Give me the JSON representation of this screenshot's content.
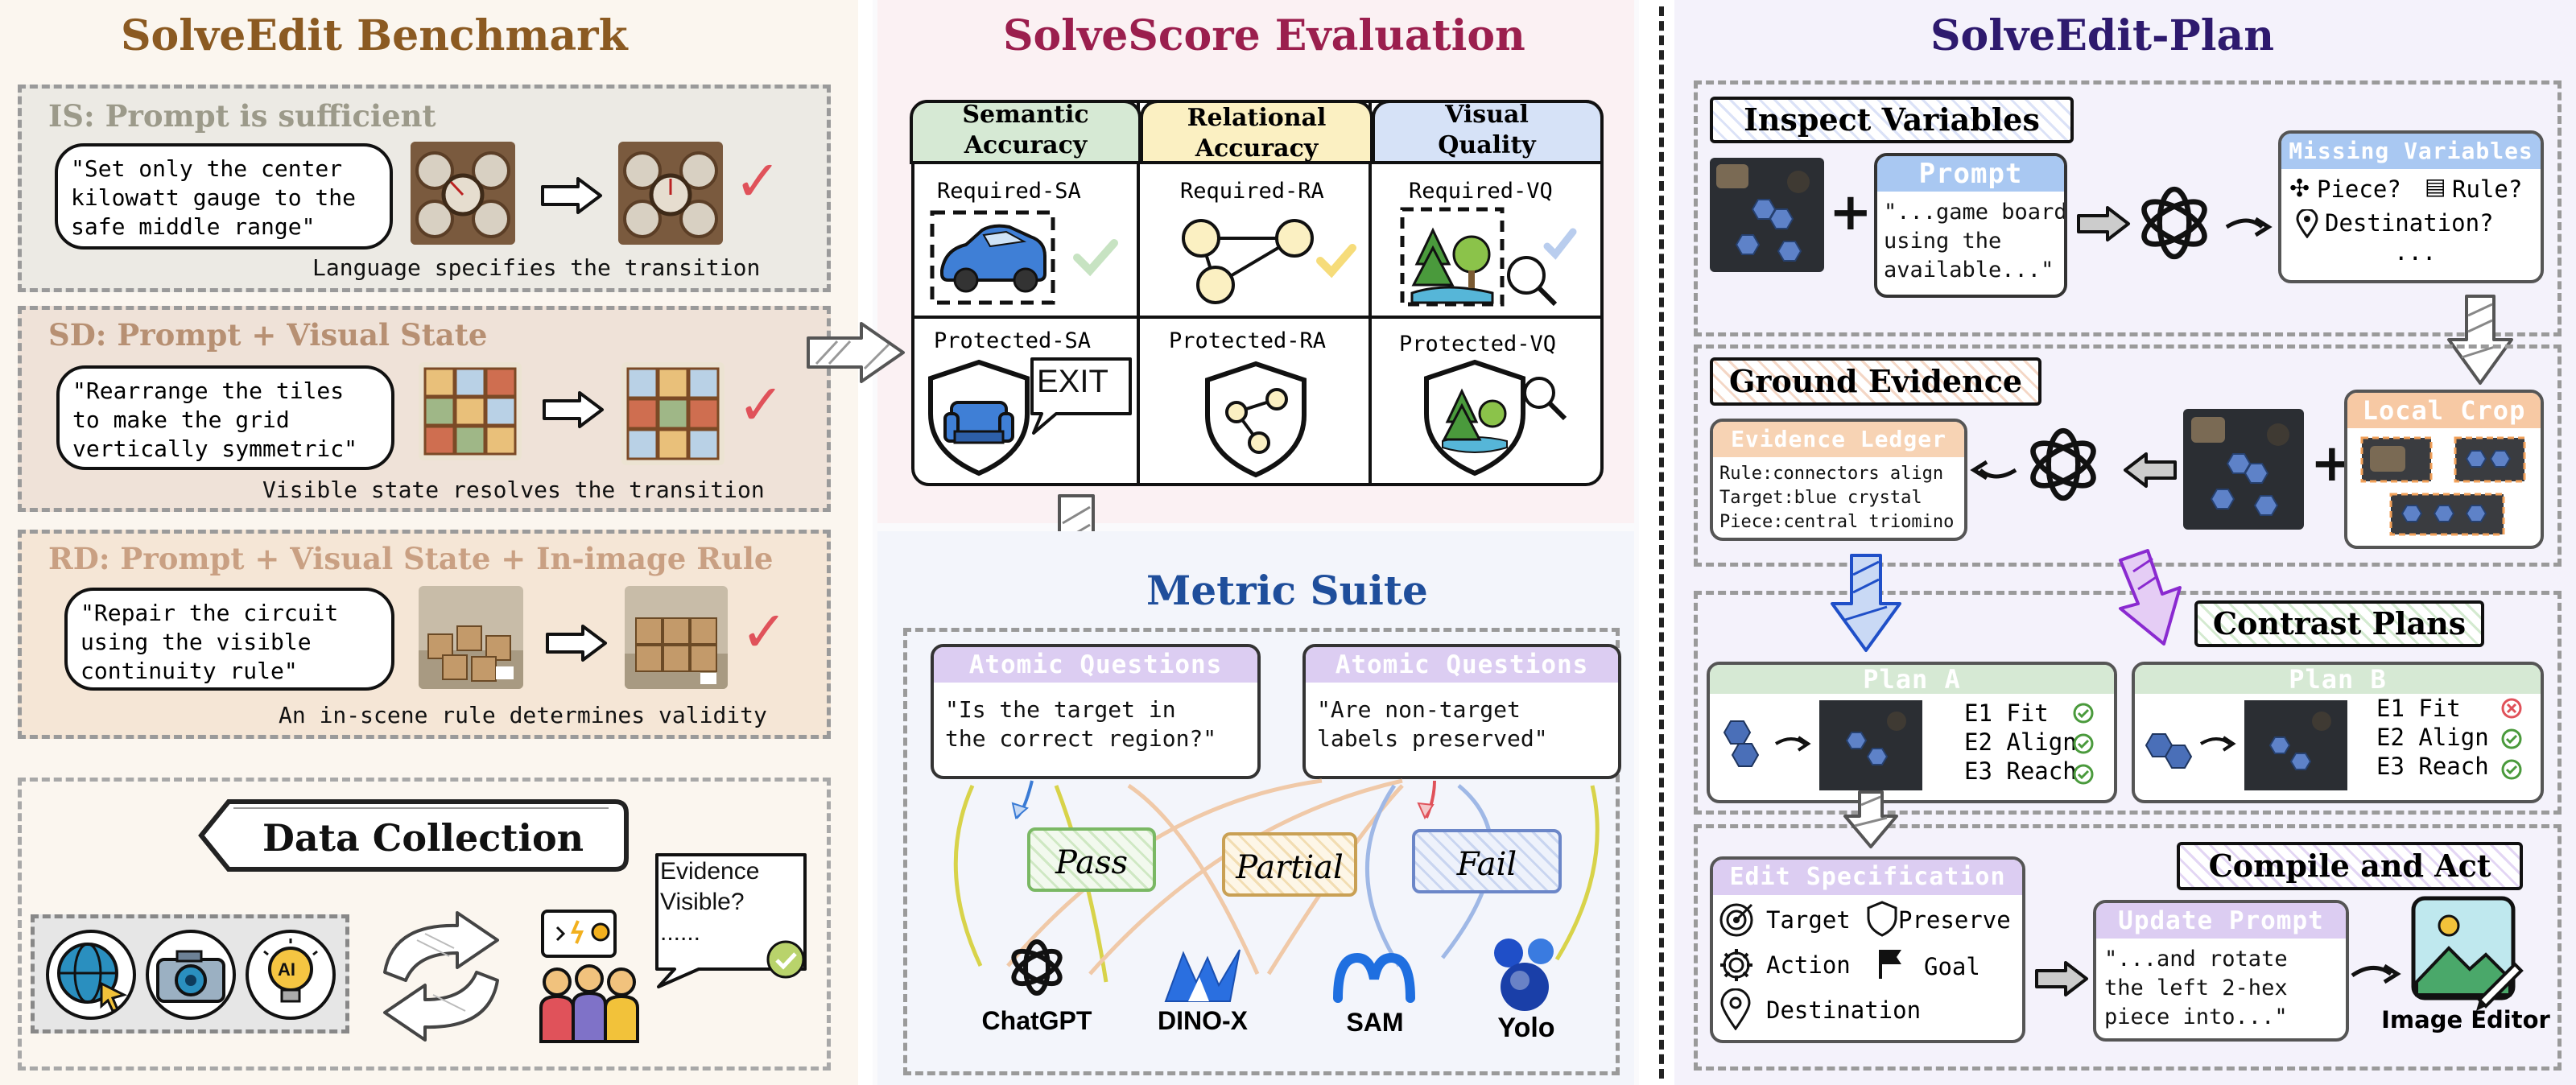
{
  "benchmark": {
    "title": "SolveEdit Benchmark",
    "levels": [
      {
        "id": "IS",
        "title": "IS: Prompt is sufficient",
        "prompt": "\"Set only the center\nkilowatt gauge to the\nsafe middle range\"",
        "caption": "Language specifies the transition"
      },
      {
        "id": "SD",
        "title": "SD: Prompt + Visual State",
        "prompt": "\"Rearrange the tiles\nto make the grid\nvertically symmetric\"",
        "caption": "Visible state resolves the transition"
      },
      {
        "id": "RD",
        "title": "RD: Prompt + Visual State + In-image Rule",
        "prompt": "\"Repair the circuit\nusing the visible\ncontinuity rule\"",
        "caption": "An in-scene rule determines validity"
      }
    ],
    "collection": {
      "title": "Data Collection",
      "bubble": "Evidence\nVisible?\n......",
      "icon_tags": [
        "globe-cursor-icon",
        "camera-icon",
        "ai-bulb-icon"
      ],
      "ai_label": "AI"
    }
  },
  "evaluation": {
    "title": "SolveScore Evaluation",
    "columns": [
      {
        "header": "Semantic\nAccuracy",
        "required": "Required-SA",
        "protected": "Protected-SA",
        "color": "#d6e9d4"
      },
      {
        "header": "Relational\nAccuracy",
        "required": "Required-RA",
        "protected": "Protected-RA",
        "color": "#fbf0c2"
      },
      {
        "header": "Visual\nQuality",
        "required": "Required-VQ",
        "protected": "Protected-VQ",
        "color": "#d6e2f7"
      }
    ],
    "exit_label": "EXIT"
  },
  "metric_suite": {
    "title": "Metric Suite",
    "questions": [
      {
        "header": "Atomic Questions",
        "text": "\"Is the target in\nthe correct region?\""
      },
      {
        "header": "Atomic Questions",
        "text": "\"Are non-target\nlabels preserved\""
      }
    ],
    "outcomes": [
      "Pass",
      "Partial",
      "Fail"
    ],
    "tools": [
      "ChatGPT",
      "DINO-X",
      "SAM",
      "Yolo"
    ]
  },
  "plan": {
    "title": "SolveEdit-Plan",
    "inspect": {
      "title": "Inspect Variables",
      "prompt_header": "Prompt",
      "prompt_text": "\"...game board\nusing the\navailable...\"",
      "missing_header": "Missing Variables",
      "missing": [
        "Piece?",
        "Rule?",
        "Destination?",
        "..."
      ]
    },
    "ground": {
      "title": "Ground Evidence",
      "ledger_header": "Evidence Ledger",
      "ledger": "Rule:connectors align\nTarget:blue crystal\nPiece:central triomino",
      "crop_header": "Local Crop"
    },
    "contrast": {
      "title": "Contrast Plans",
      "plan_a": "Plan A",
      "plan_b": "Plan B",
      "checks": [
        "E1 Fit",
        "E2 Align",
        "E3 Reach"
      ]
    },
    "compile": {
      "title": "Compile and Act",
      "spec_header": "Edit Specification",
      "spec": [
        "Target",
        "Preserve",
        "Action",
        "Goal",
        "Destination"
      ],
      "update_header": "Update Prompt",
      "update_text": "\"...and rotate\nthe left 2-hex\npiece into...\"",
      "editor_label": "Image Editor"
    }
  },
  "colors": {
    "benchmark_title": "#8b5a22",
    "eval_title": "#9b1f4e",
    "metric_title": "#1f4e9b",
    "plan_title": "#2e1a6e",
    "check": "#e0525a"
  }
}
